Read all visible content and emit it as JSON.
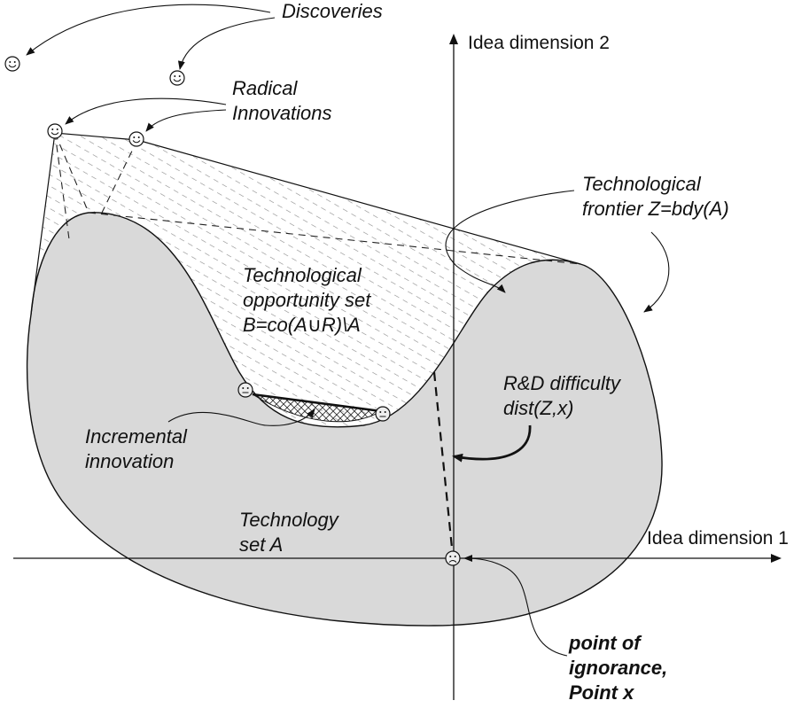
{
  "axes": {
    "y_label": "Idea dimension 2",
    "x_label": "Idea dimension 1"
  },
  "labels": {
    "discoveries": "Discoveries",
    "radical_line1": "Radical",
    "radical_line2": "Innovations",
    "frontier_line1": "Technological",
    "frontier_line2": "frontier Z=bdy(A)",
    "opportunity_line1": "Technological",
    "opportunity_line2": "opportunity set",
    "opportunity_line3": "B=co(A∪R)\\A",
    "difficulty_line1": "R&D difficulty",
    "difficulty_line2": "dist(Z,x)",
    "incremental_line1": "Incremental",
    "incremental_line2": "innovation",
    "techset_line1": "Technology",
    "techset_line2": "set A",
    "ignorance_line1": "point of",
    "ignorance_line2": "ignorance,",
    "ignorance_line3": "Point x"
  },
  "colors": {
    "technology_set_fill": "#d9d9d9",
    "outline": "#111111",
    "hatch": "#888888"
  },
  "icons": {
    "happy": "smiling-face-icon",
    "neutral": "neutral-face-icon",
    "sad": "frowning-face-icon"
  }
}
